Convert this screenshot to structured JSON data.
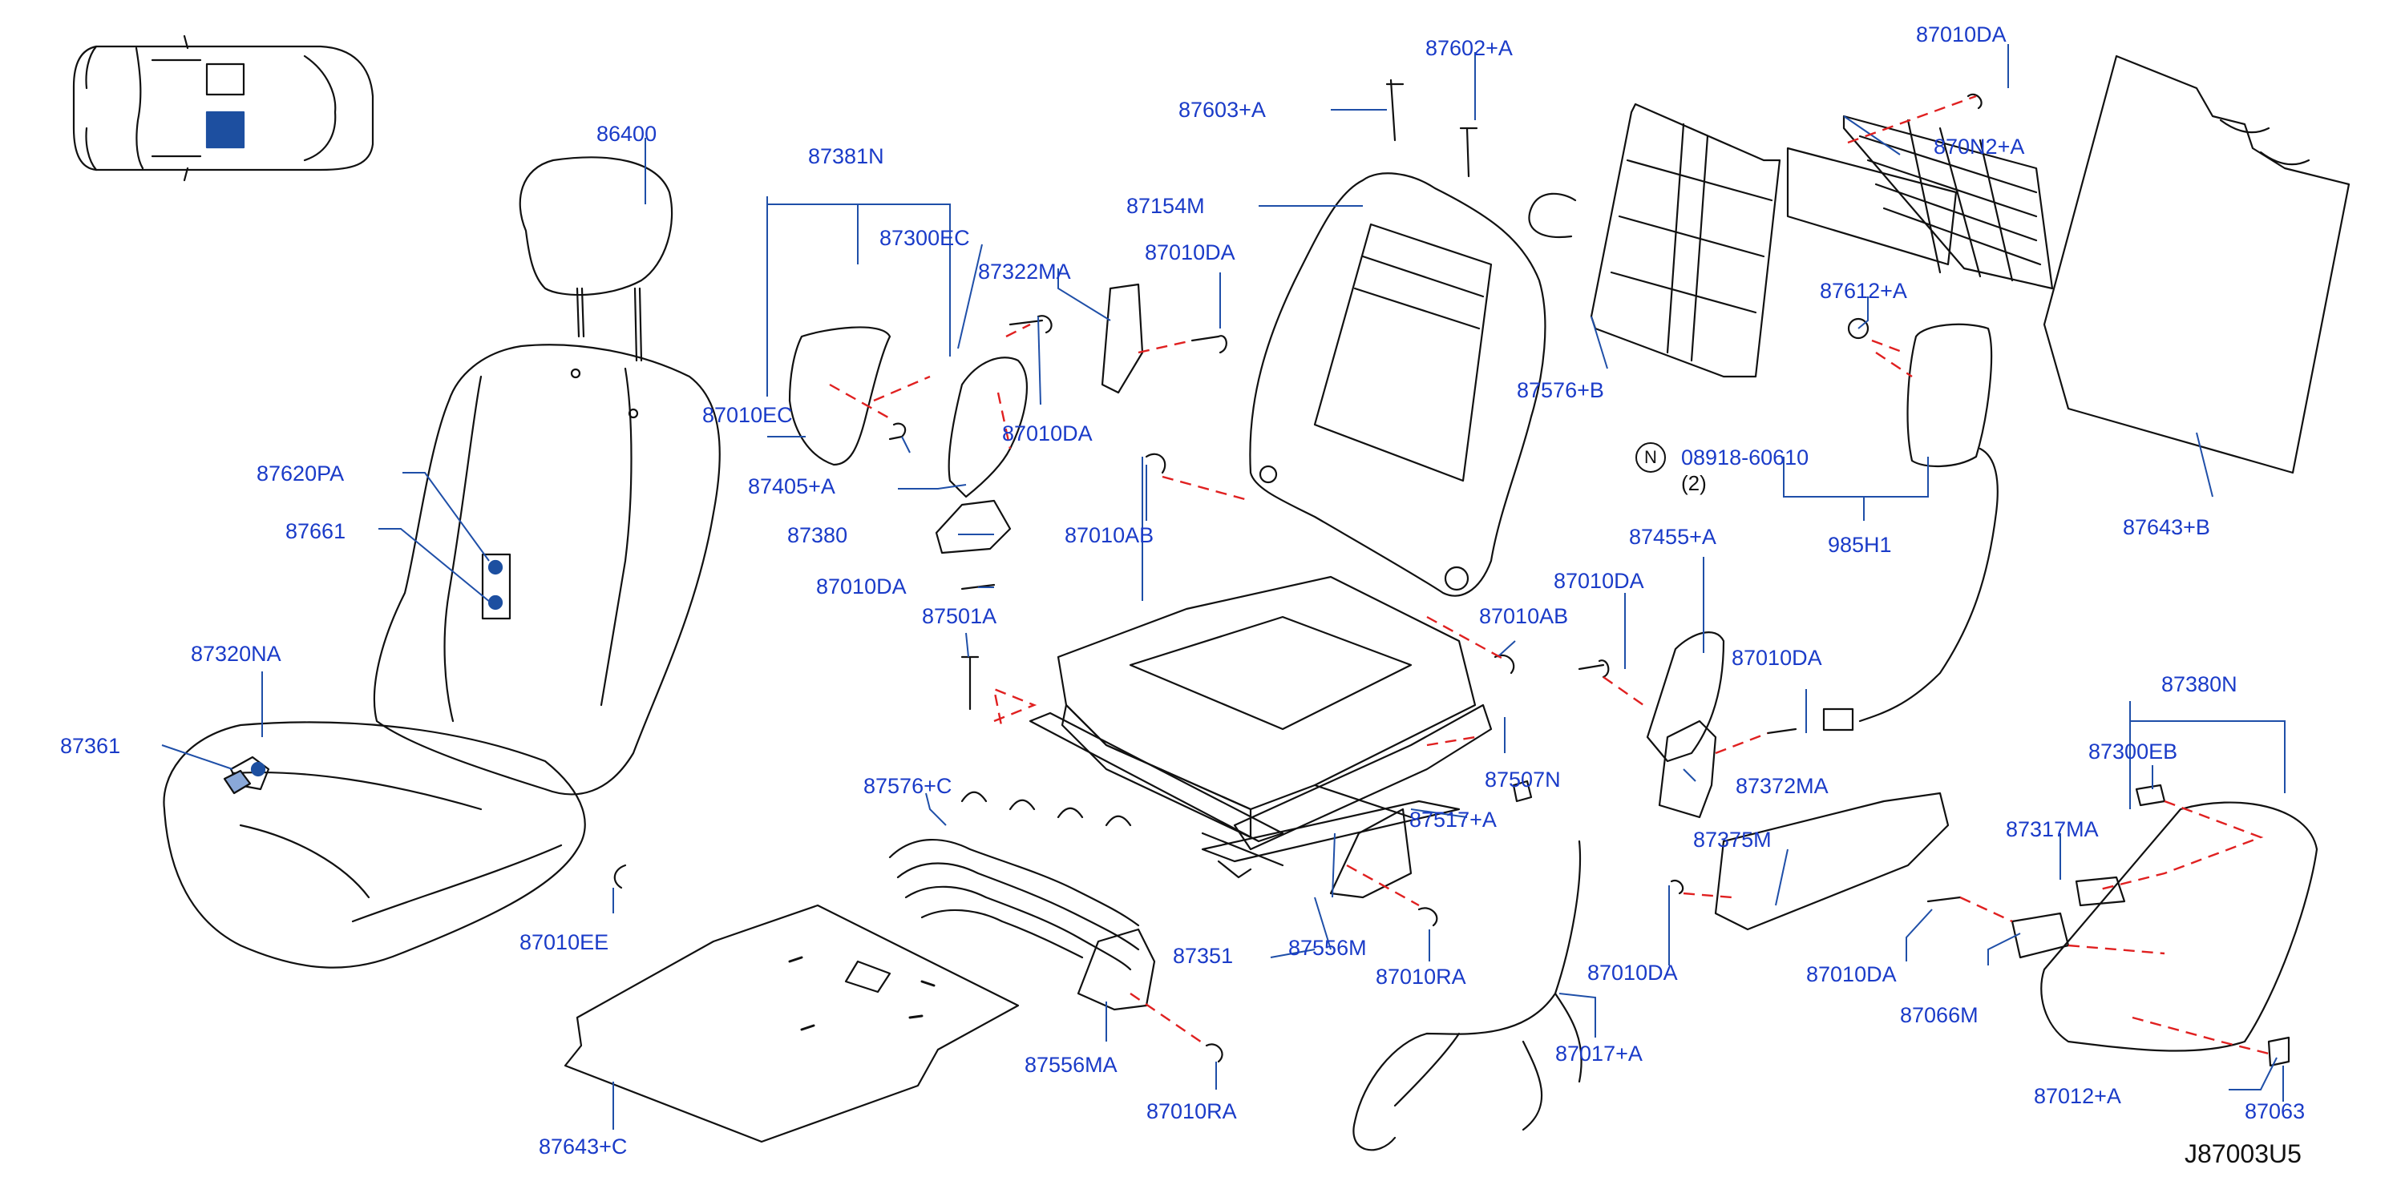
{
  "colors": {
    "label": "#1a3bc8",
    "leader": "#1f4fa8",
    "dash": "#e02020",
    "ink": "#111111",
    "highlight": "#1d4fa0"
  },
  "diagram_code": "J87003U5",
  "note_symbol": "N",
  "note_qty": "(2)",
  "parts": {
    "p87010DA_top": "87010DA",
    "p87602A": "87602+A",
    "p87603A": "87603+A",
    "p870N2A": "870N2+A",
    "p86400": "86400",
    "p87381N": "87381N",
    "p87154M": "87154M",
    "p87300EC": "87300EC",
    "p87322MA": "87322MA",
    "p87010DA_a": "87010DA",
    "p87612A": "87612+A",
    "p87010EC": "87010EC",
    "p87010DA_b": "87010DA",
    "p87576B": "87576+B",
    "p08918": "08918-60610",
    "p87643B": "87643+B",
    "p87620PA": "87620PA",
    "p87405A": "87405+A",
    "p87661": "87661",
    "p87380": "87380",
    "p87010AB_a": "87010AB",
    "p87455A": "87455+A",
    "p985H1": "985H1",
    "p87010DA_c": "87010DA",
    "p87010DA_d": "87010DA",
    "p87010AB_b": "87010AB",
    "p87501A": "87501A",
    "p87320NA": "87320NA",
    "p87010DA_e": "87010DA",
    "p87380N": "87380N",
    "p87361": "87361",
    "p87300EB": "87300EB",
    "p87507N": "87507N",
    "p87372MA": "87372MA",
    "p87576C": "87576+C",
    "p87517A": "87517+A",
    "p87375M": "87375M",
    "p87317MA": "87317MA",
    "p87351": "87351",
    "p87556M": "87556M",
    "p87010EE": "87010EE",
    "p87010RA_a": "87010RA",
    "p87010DA_f": "87010DA",
    "p87010DA_g": "87010DA",
    "p87066M": "87066M",
    "p87556MA": "87556MA",
    "p87017A": "87017+A",
    "p87012A": "87012+A",
    "p87010RA_b": "87010RA",
    "p87063": "87063",
    "p87643C": "87643+C"
  }
}
